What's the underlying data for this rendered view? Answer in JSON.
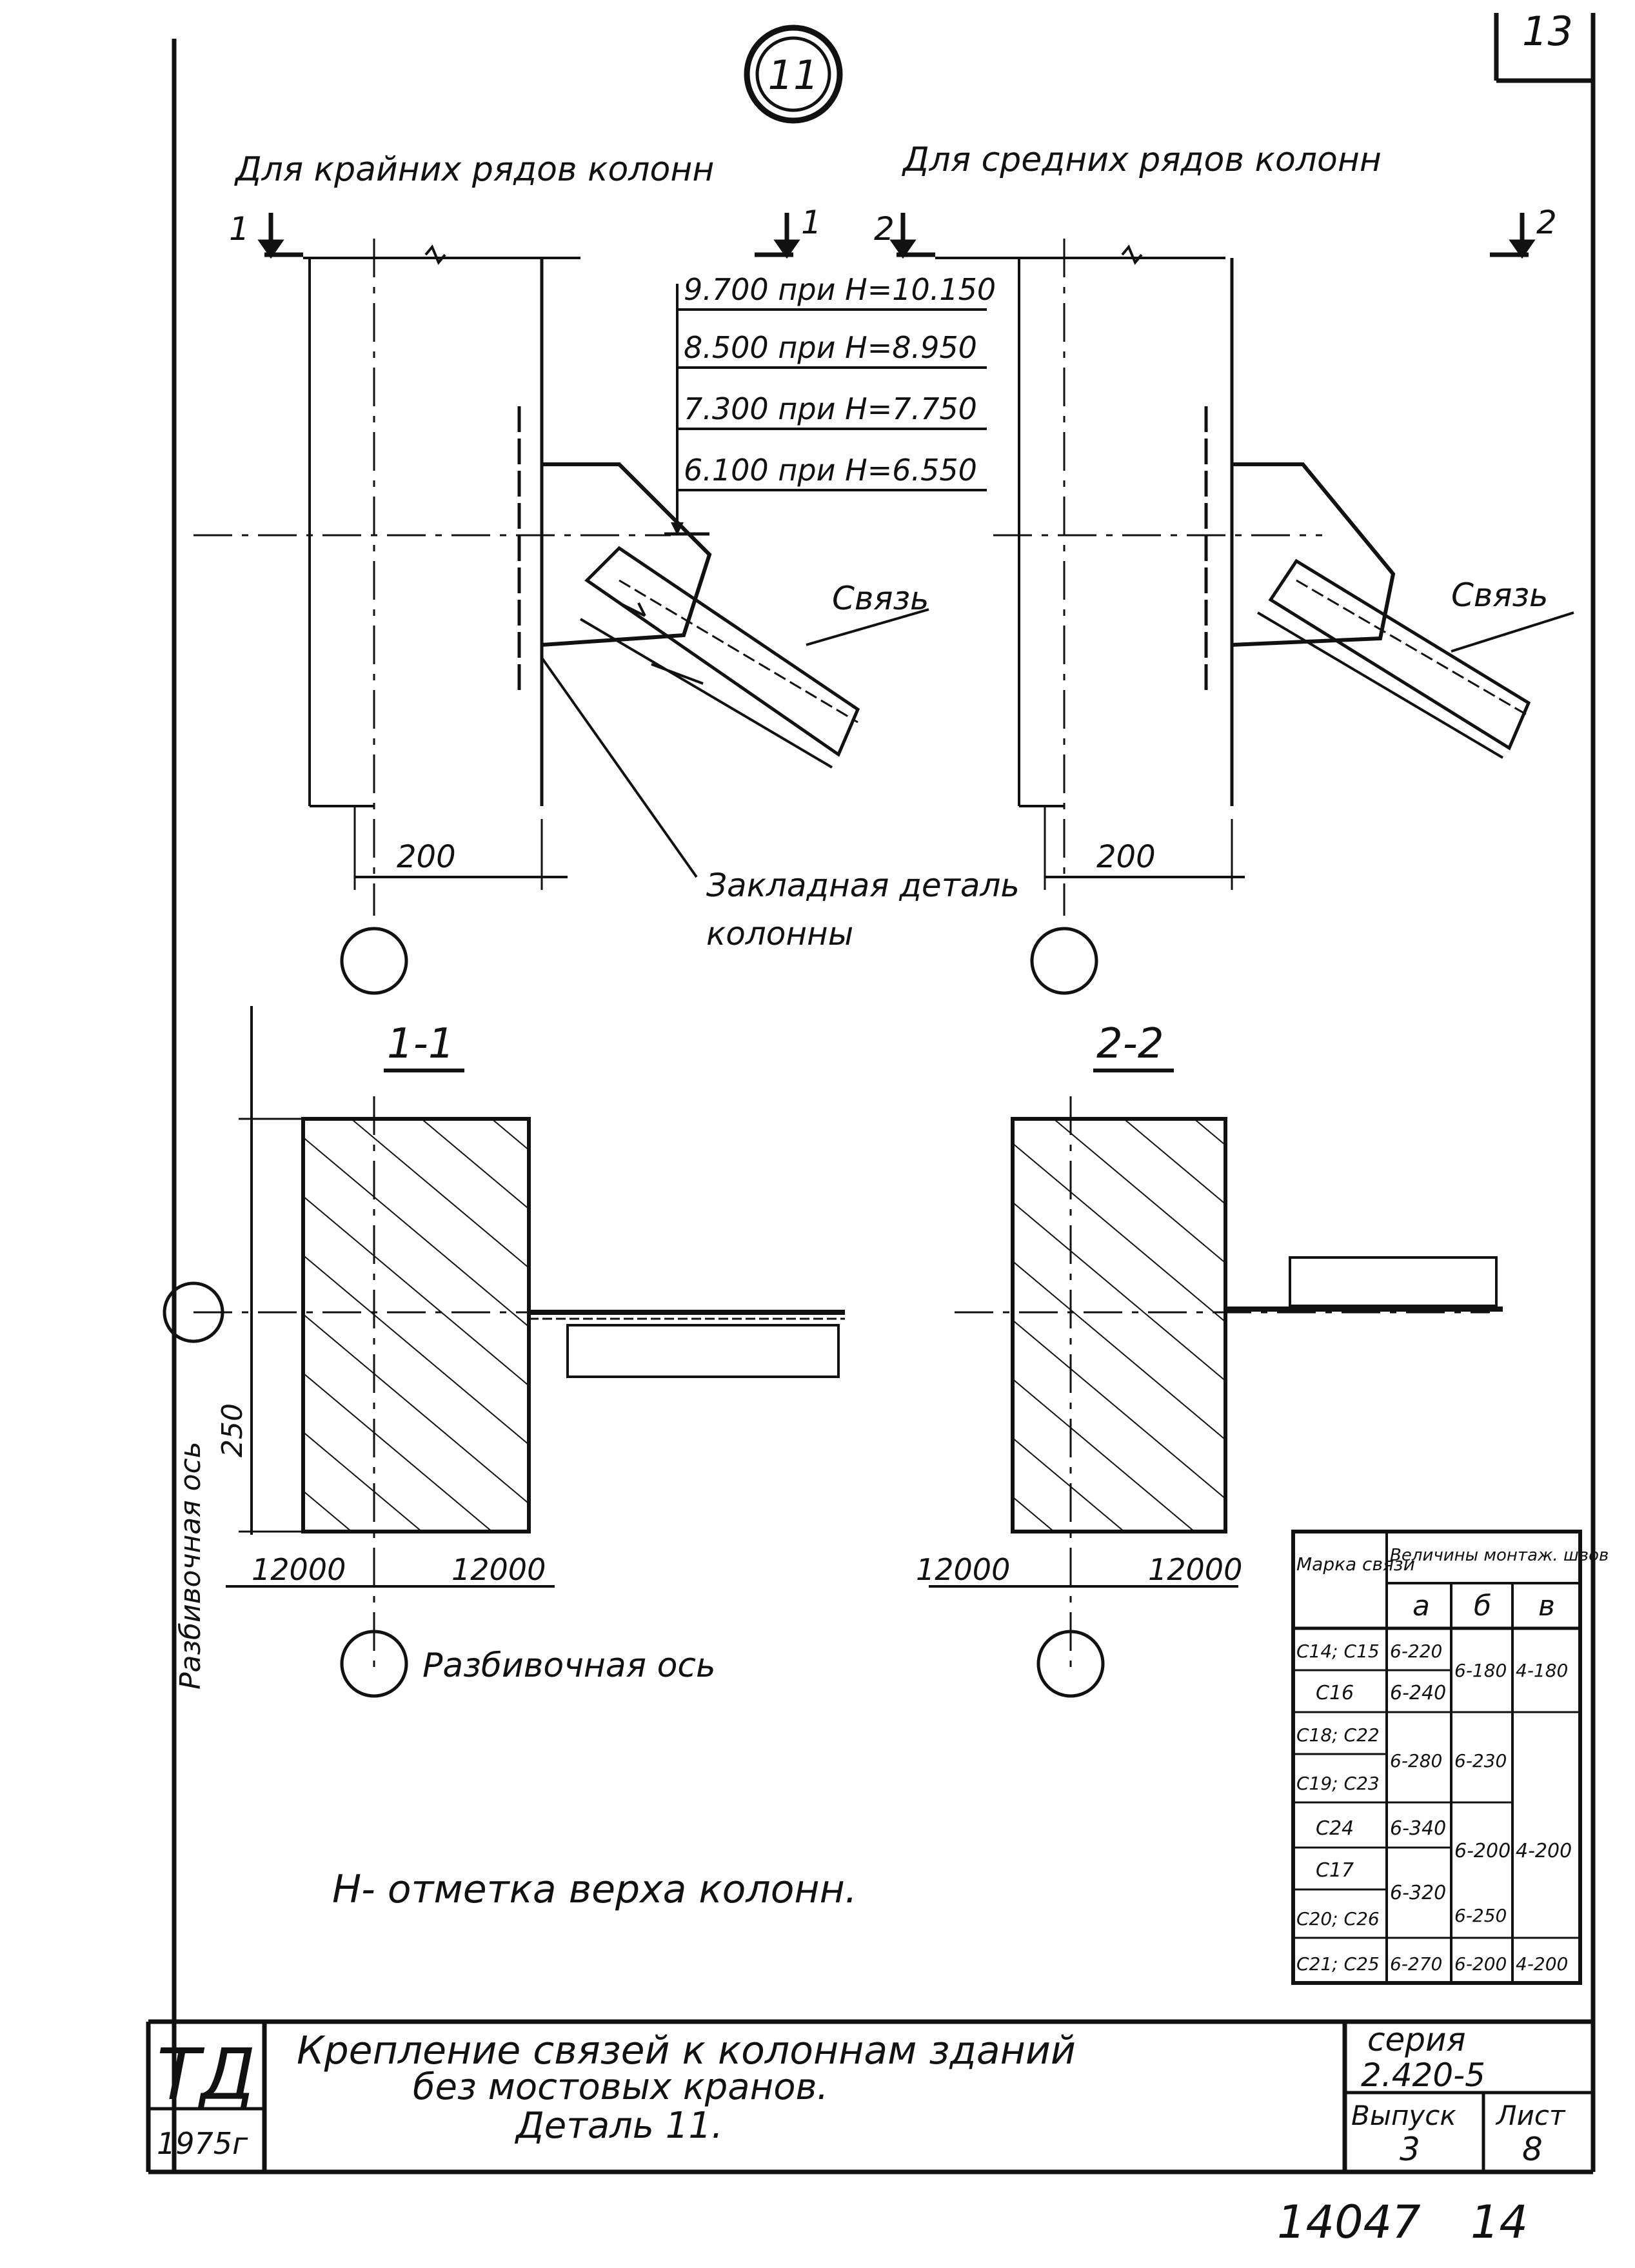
{
  "sheet": {
    "page_number": "13",
    "detail_marker": "11",
    "bottom_number": "14047",
    "bottom_page": "14"
  },
  "views": {
    "left_title": "Для крайних рядов колонн",
    "right_title": "Для средних рядов колонн",
    "section_1_mark": "1",
    "section_2_mark": "2",
    "section_1_title": "1-1",
    "section_2_title": "2-2"
  },
  "elevations": [
    "9.700 при H=10.150",
    "8.500 при H=8.950",
    "7.300 при H=7.750",
    "6.100 при H=6.550"
  ],
  "labels": {
    "brace_left": "Связь",
    "brace_right": "Связь",
    "embedded_part_line1": "Закладная деталь",
    "embedded_part_line2": "колонны",
    "dim_left": "200",
    "dim_right": "200",
    "dim_vertical": "250",
    "dim_12000_1": "12000",
    "dim_12000_2": "12000",
    "dim_12000_3": "12000",
    "dim_12000_4": "12000",
    "axis_label": "Разбивочная ось",
    "axis_vertical_label": "Разбивочная ось",
    "note": "H- отметка верха колонн."
  },
  "weld_table": {
    "header_mark": "Марка связи",
    "header_size": "Величины монтаж. швов",
    "col_a": "а",
    "col_b": "б",
    "col_v": "в",
    "rows": [
      [
        "С14; С15",
        "6-220",
        "6-180",
        "4-180"
      ],
      [
        "С16",
        "6-240",
        "",
        ""
      ],
      [
        "С18; С22",
        "6-280",
        "6-230",
        ""
      ],
      [
        "С19; С23",
        "",
        "",
        ""
      ],
      [
        "С24",
        "6-340",
        "",
        "4-200"
      ],
      [
        "С17",
        "6-320",
        "6-200",
        ""
      ],
      [
        "С20; С26",
        "",
        "6-250",
        ""
      ],
      [
        "С21; С25",
        "6-270",
        "6-200",
        "4-200"
      ]
    ]
  },
  "title_block": {
    "logo": "ТД",
    "year": "1975г",
    "title_line1": "Крепление связей к колоннам зданий",
    "title_line2": "без мостовых кранов.",
    "title_line3": "Деталь 11.",
    "series_label": "серия",
    "series_value": "2.420-5",
    "issue_label": "Выпуск",
    "issue_value": "3",
    "sheet_label": "Лист",
    "sheet_value": "8"
  }
}
